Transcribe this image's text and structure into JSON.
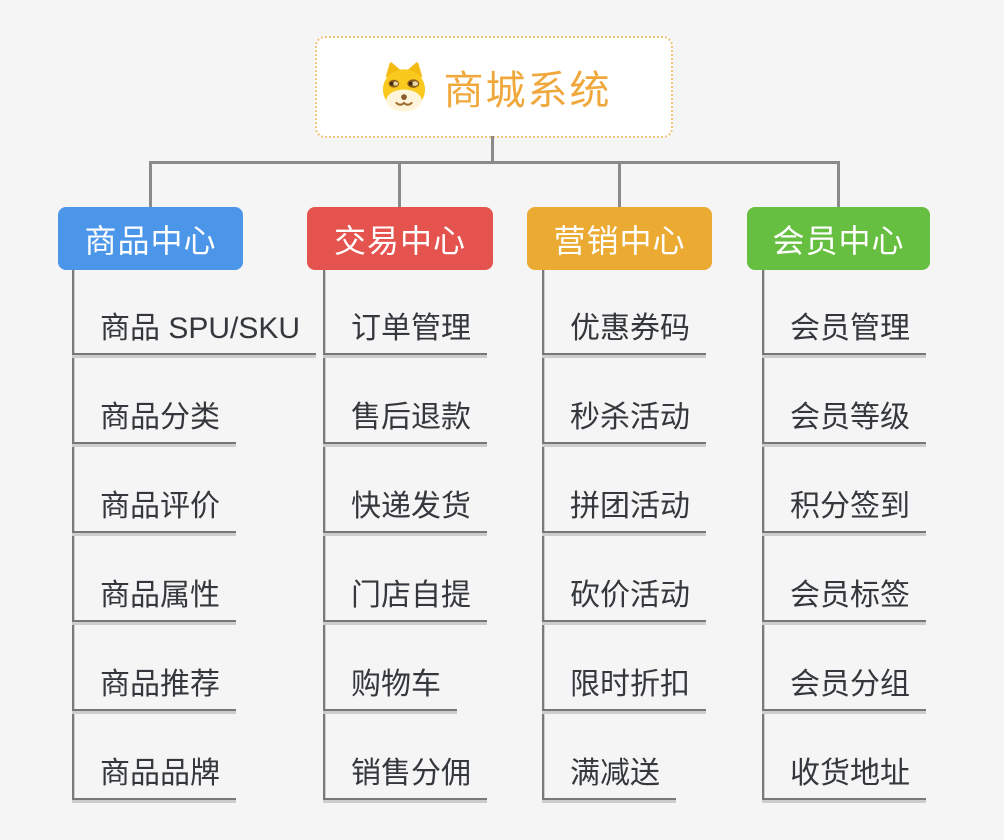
{
  "root": {
    "title": "商城系统",
    "icon": "dog-face-icon",
    "text_color": "#f0a83c",
    "border_color": "#f2c47a"
  },
  "branches": [
    {
      "label": "商品中心",
      "color": "#4c96e9",
      "children": [
        "商品 SPU/SKU",
        "商品分类",
        "商品评价",
        "商品属性",
        "商品推荐",
        "商品品牌"
      ]
    },
    {
      "label": "交易中心",
      "color": "#e5534f",
      "children": [
        "订单管理",
        "售后退款",
        "快递发货",
        "门店自提",
        "购物车",
        "销售分佣"
      ]
    },
    {
      "label": "营销中心",
      "color": "#ebab33",
      "children": [
        "优惠券码",
        "秒杀活动",
        "拼团活动",
        "砍价活动",
        "限时折扣",
        "满减送"
      ]
    },
    {
      "label": "会员中心",
      "color": "#66bf40",
      "children": [
        "会员管理",
        "会员等级",
        "积分签到",
        "会员标签",
        "会员分组",
        "收货地址"
      ]
    }
  ],
  "palette": {
    "background": "#f5f5f5",
    "connector_gray": "#8a8a8a",
    "underline_gray": "#777777",
    "child_text": "#34383c"
  }
}
